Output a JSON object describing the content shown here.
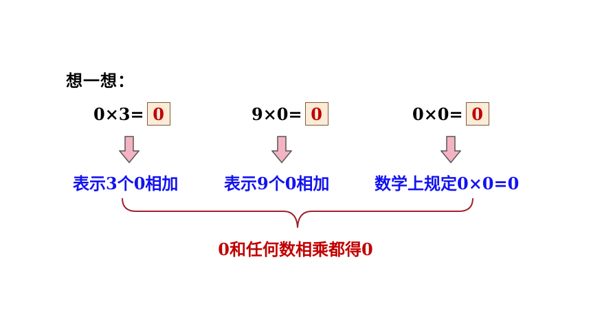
{
  "heading": "想一想：",
  "equations": [
    {
      "text": "0×3=",
      "answer": "0"
    },
    {
      "text": "9×0=",
      "answer": "0"
    },
    {
      "text": "0×0=",
      "answer": "0"
    }
  ],
  "descriptions": [
    "表示3个0相加",
    "表示9个0相加",
    "数学上规定0×0=0"
  ],
  "conclusion": "0和任何数相乘都得0",
  "colors": {
    "answer": "#c00000",
    "description": "#1212f0",
    "conclusion": "#c00000",
    "arrow_fill": "#f4b3c2",
    "brace": "#a0202a"
  },
  "icons": {
    "arrow": "down-arrow-icon",
    "brace": "curly-brace-icon"
  }
}
